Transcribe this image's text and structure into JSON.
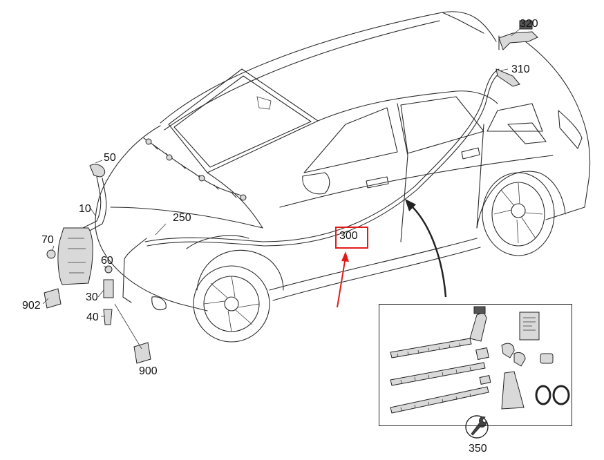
{
  "labels": {
    "p10": "10",
    "p30": "30",
    "p40": "40",
    "p50": "50",
    "p60": "60",
    "p70": "70",
    "p250": "250",
    "p300": "300",
    "p310": "310",
    "p320": "320",
    "p350": "350",
    "p900": "900",
    "p902": "902"
  },
  "colors": {
    "highlight": "#e31919",
    "line": "#2a2a2a",
    "leader": "#222222"
  },
  "icons": {
    "kit": "wrench-icon",
    "instructions": "instruction-sheet-icon"
  }
}
